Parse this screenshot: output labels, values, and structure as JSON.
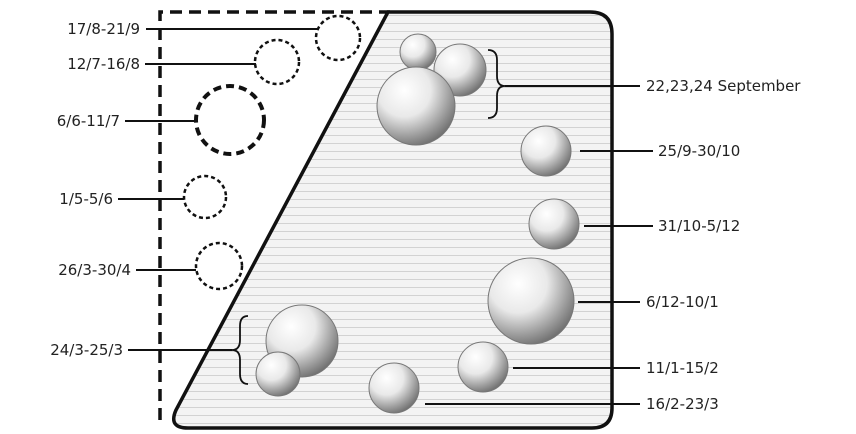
{
  "diagram": {
    "labels_left": {
      "l1": "17/8-21/9",
      "l2": "12/7-16/8",
      "l3": "6/6-11/7",
      "l4": "1/5-5/6",
      "l5": "26/3-30/4",
      "l6": "24/3-25/3"
    },
    "labels_right": {
      "r1": "22,23,24 September",
      "r2": "25/9-30/10",
      "r3": "31/10-5/12",
      "r4": "6/12-10/1",
      "r5": "11/1-15/2",
      "r6": "16/2-23/3"
    }
  }
}
